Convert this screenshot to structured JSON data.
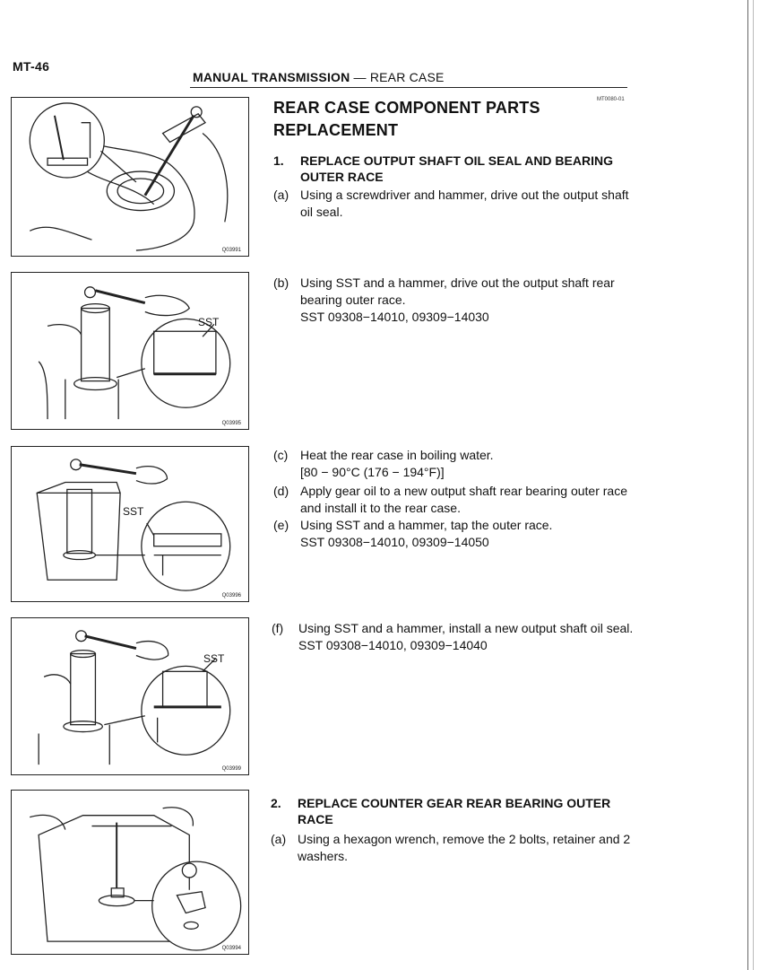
{
  "page": {
    "number": "MT-46",
    "header_bold": "MANUAL TRANSMISSION",
    "header_rest": " — REAR CASE",
    "code_mark": "MT0080-01"
  },
  "section": {
    "title_line1": "REAR CASE COMPONENT PARTS",
    "title_line2": "REPLACEMENT"
  },
  "step1": {
    "num": "1.",
    "title": "REPLACE OUTPUT SHAFT OIL SEAL AND BEARING OUTER RACE",
    "a": {
      "label": "(a)",
      "text": "Using a screwdriver and hammer, drive out the output shaft oil seal."
    },
    "b": {
      "label": "(b)",
      "text": "Using SST and a hammer, drive out the output shaft rear bearing outer race.",
      "sst": "SST 09308−14010, 09309−14030"
    },
    "c": {
      "label": "(c)",
      "text": "Heat the rear case in boiling water.",
      "temp": "[80 − 90°C (176 − 194°F)]"
    },
    "d": {
      "label": "(d)",
      "text": "Apply gear oil to a new output shaft rear bearing outer race and install it to the rear case."
    },
    "e": {
      "label": "(e)",
      "text": "Using SST and a hammer, tap the outer race.",
      "sst": "SST 09308−14010, 09309−14050"
    },
    "f": {
      "label": "(f)",
      "text": "Using SST and a hammer, install a new output shaft oil seal.",
      "sst": "SST 09308−14010, 09309−14040"
    }
  },
  "step2": {
    "num": "2.",
    "title": "REPLACE COUNTER GEAR REAR BEARING OUTER RACE",
    "a": {
      "label": "(a)",
      "text": "Using a hexagon wrench, remove the 2 bolts, retainer and 2 washers."
    }
  },
  "figures": [
    {
      "id": "Q03991"
    },
    {
      "id": "Q03995",
      "sst": "SST"
    },
    {
      "id": "Q03996",
      "sst": "SST"
    },
    {
      "id": "Q03999",
      "sst": "SST"
    },
    {
      "id": "Q03994"
    }
  ]
}
